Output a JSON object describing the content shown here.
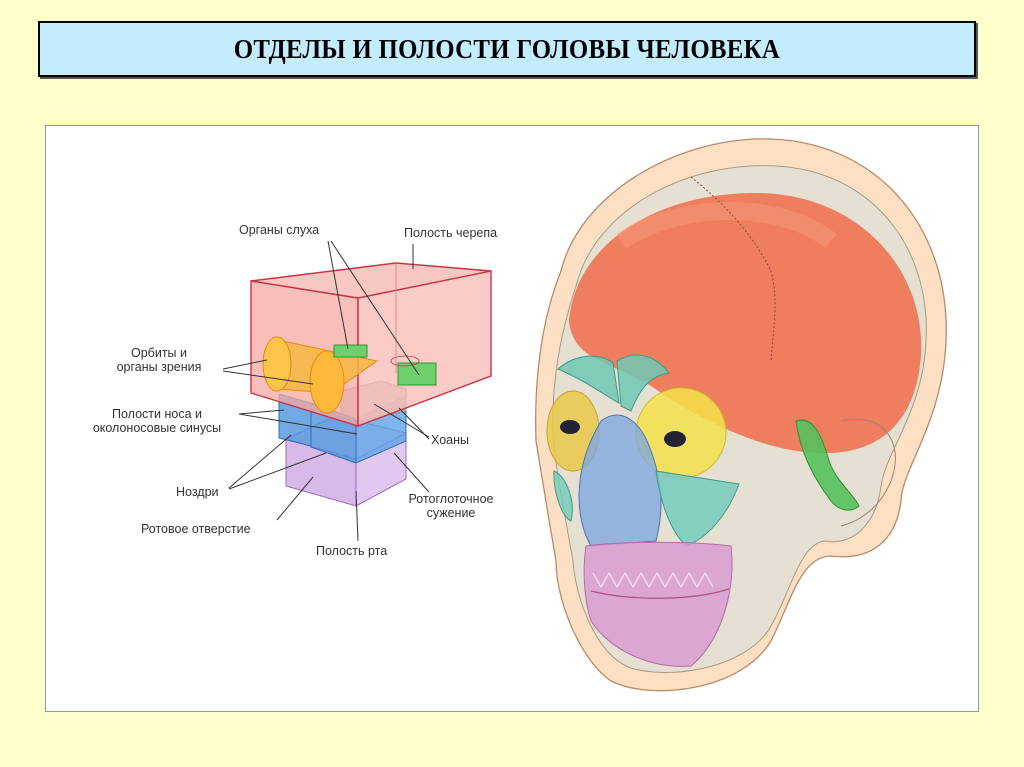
{
  "slide": {
    "title": "ОТДЕЛЫ И ПОЛОСТИ ГОЛОВЫ ЧЕЛОВЕКА",
    "colors": {
      "background": "#ffffcc",
      "title_box": "#c4ecff",
      "cranial_cavity": "#f4a6a0",
      "orbits": "#f7a532",
      "ears": "#5cc25c",
      "nasal": "#4a90d9",
      "oral": "#b58ad6",
      "pharynx": "#c8c8c8"
    }
  },
  "diagram": {
    "labels": {
      "hearing_organs": "Органы слуха",
      "cranial_cavity": "Полость черепа",
      "orbits_line1": "Орбиты и",
      "orbits_line2": "органы зрения",
      "nasal_line1": "Полости носа и",
      "nasal_line2": "околоносовые синусы",
      "choanae": "Хоаны",
      "nostrils": "Ноздри",
      "oropharynx_line1": "Ротоглоточное",
      "oropharynx_line2": "сужение",
      "mouth_opening": "Ротовое отверстие",
      "oral_cavity": "Полость рта"
    }
  },
  "illustration": {
    "subject": "skull-with-colored-cavities"
  }
}
